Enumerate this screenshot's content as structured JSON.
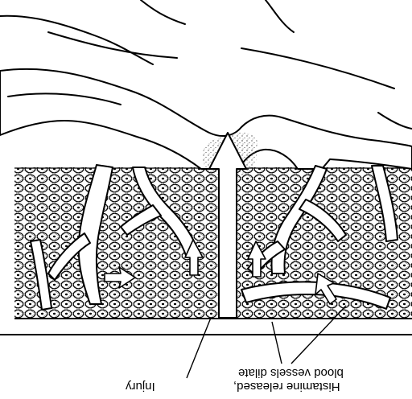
{
  "labels": {
    "injury": "Injury",
    "histamine_line1": "Histamine released,",
    "histamine_line2": "blood vessels dilate"
  },
  "colors": {
    "ink": "#000000",
    "paper": "#ffffff",
    "cell_fill": "#ffffff",
    "stipple": "#555555"
  },
  "orientation": "image rotated 180 degrees"
}
